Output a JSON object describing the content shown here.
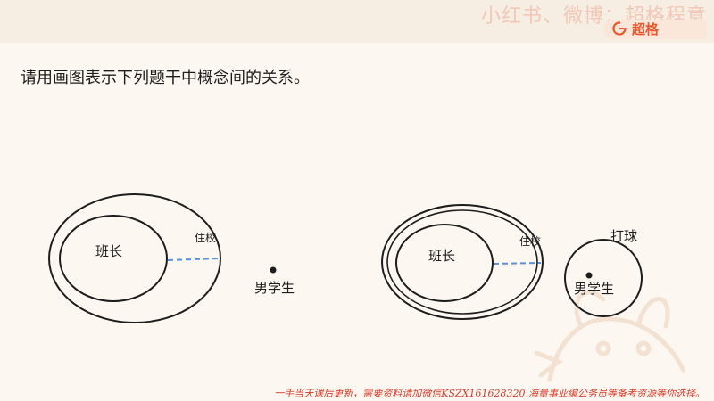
{
  "header": {
    "watermark": "小红书、微博：超格程意",
    "brand": "超格"
  },
  "question": "请用画图表示下列题干中概念间的关系。",
  "diagram_left": {
    "inner_label": "班长",
    "outer_label": "住校",
    "point_label": "男学生"
  },
  "diagram_right": {
    "inner_label": "班长",
    "outer_label": "住校",
    "circle_label": "打球",
    "point_label": "男学生"
  },
  "footer": {
    "note": "一手当天课后更新，需要资料请加微信KSZX161628320,海量事业编公务员等备考资源等你选择。"
  },
  "colors": {
    "accent": "#e9572a",
    "dashed_line": "#5b8fd6",
    "footer_text": "#d63a2b"
  }
}
